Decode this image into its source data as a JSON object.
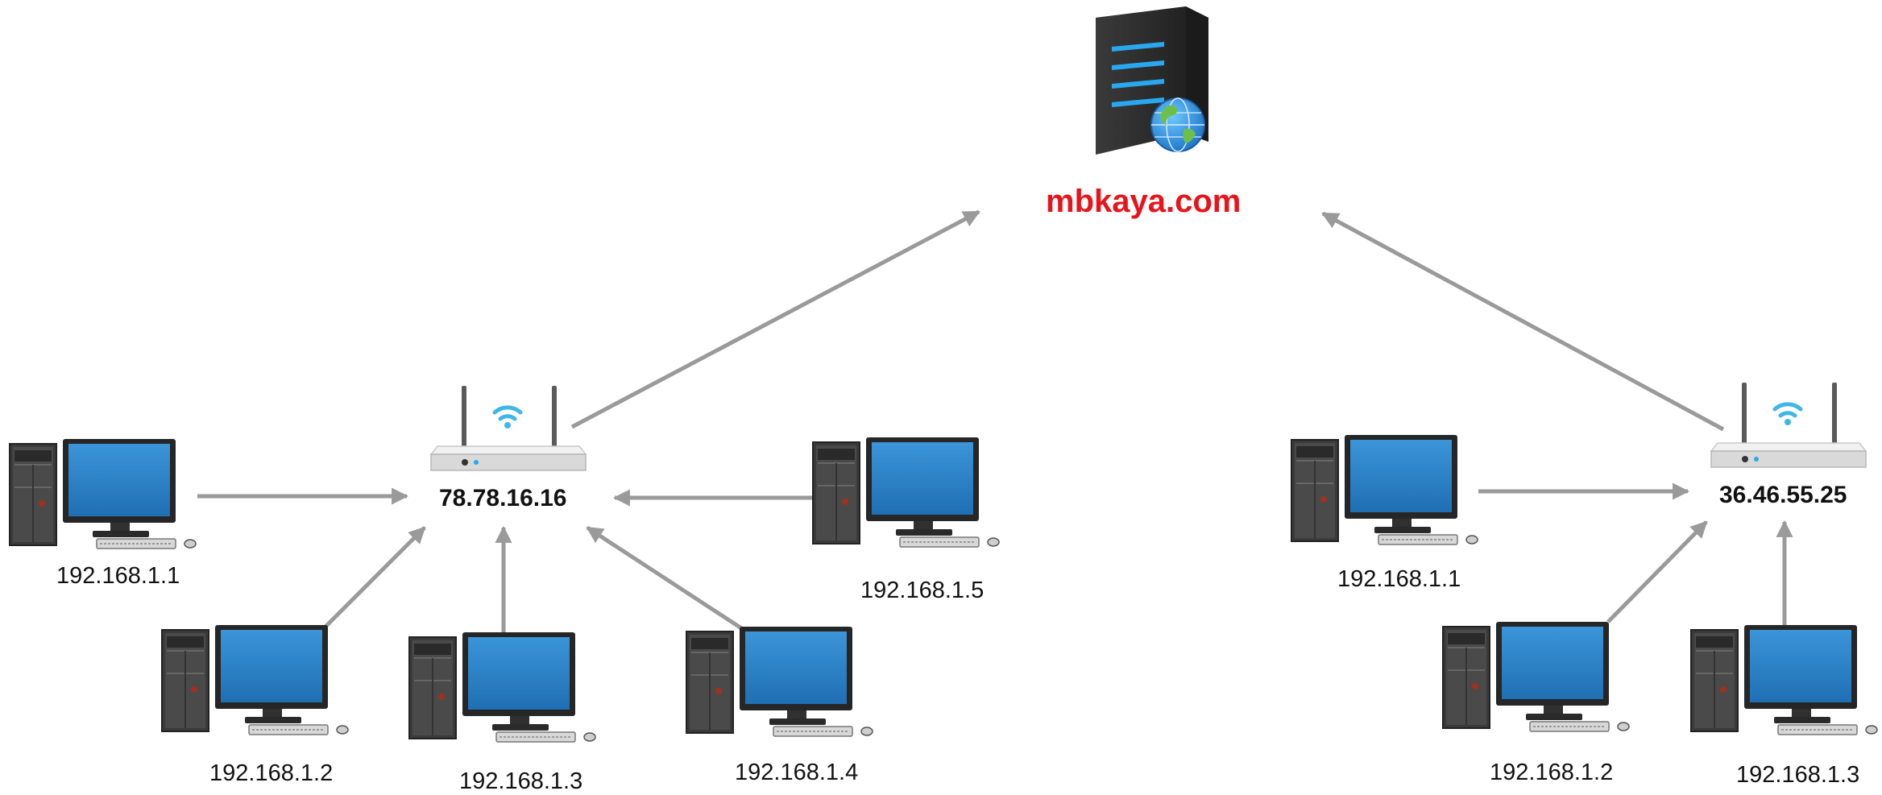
{
  "server": {
    "name": "mbkaya.com",
    "name_color": "#e8141b"
  },
  "networks": [
    {
      "router": {
        "ip": "78.78.16.16"
      },
      "hosts": [
        {
          "ip": "192.168.1.1"
        },
        {
          "ip": "192.168.1.2"
        },
        {
          "ip": "192.168.1.3"
        },
        {
          "ip": "192.168.1.4"
        },
        {
          "ip": "192.168.1.5"
        }
      ]
    },
    {
      "router": {
        "ip": "36.46.55.25"
      },
      "hosts": [
        {
          "ip": "192.168.1.1"
        },
        {
          "ip": "192.168.1.2"
        },
        {
          "ip": "192.168.1.3"
        }
      ]
    }
  ],
  "colors": {
    "arrow": "#9a9a9a",
    "wifi": "#3fb6ea",
    "screen": "#2d82c8",
    "server_led": "#29a8f0"
  },
  "icons": {
    "server": "web-server-icon",
    "router": "wifi-router-icon",
    "computer": "desktop-computer-icon"
  }
}
